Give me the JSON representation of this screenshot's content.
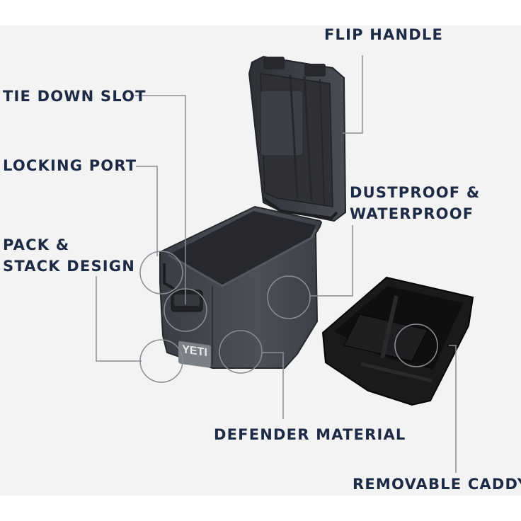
{
  "labels": {
    "flip_handle": "FLIP HANDLE",
    "tie_down_slot": "TIE DOWN SLOT",
    "locking_port": "LOCKING PORT",
    "pack_stack_line1": "PACK &",
    "pack_stack_line2": "STACK DESIGN",
    "dustproof_line1": "DUSTPROOF &",
    "dustproof_line2": "WATERPROOF",
    "defender_material": "DEFENDER MATERIAL",
    "removable_caddy": "REMOVABLE CADDY"
  },
  "product": {
    "logo_text": "YETI"
  },
  "colors": {
    "background": "#f3f3f3",
    "label_navy": "#1d2a45",
    "cooler_charcoal": "#3f4248",
    "caddy_black": "#141414",
    "leader_line": "#8a8d93"
  }
}
